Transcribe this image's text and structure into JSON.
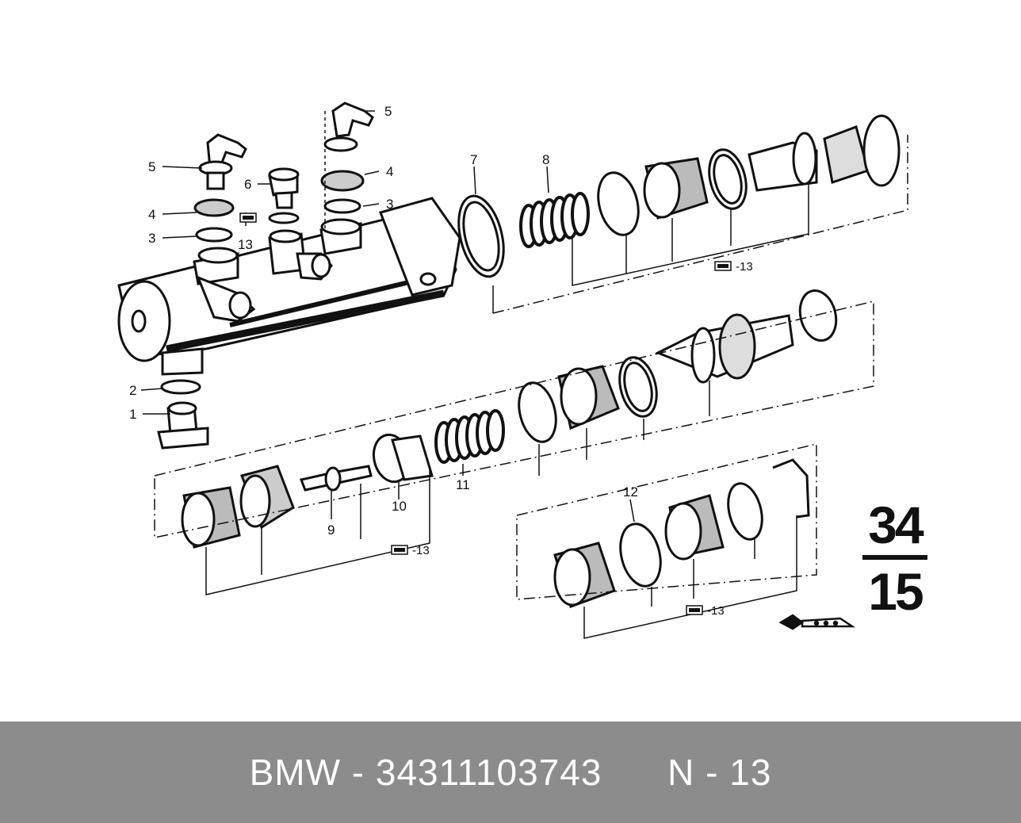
{
  "diagram": {
    "callouts": {
      "c1": "1",
      "c2": "2",
      "c3a": "3",
      "c3b": "3",
      "c4a": "4",
      "c4b": "4",
      "c5a": "5",
      "c5b": "5",
      "c6": "6",
      "c7": "7",
      "c8": "8",
      "c9": "9",
      "c10": "10",
      "c11": "11",
      "c12": "12",
      "c13": "13"
    },
    "repair_set_refs": [
      "-13",
      "-13",
      "-13"
    ],
    "section_code": {
      "top": "34",
      "bottom": "15"
    }
  },
  "footer": {
    "brand": "BMW",
    "separator": " - ",
    "part_number": "34311103743",
    "position_label": "N - 13"
  }
}
